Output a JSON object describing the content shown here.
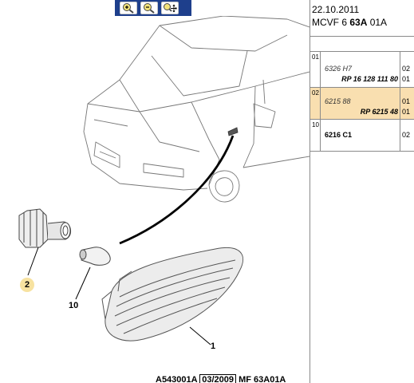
{
  "toolbar": {
    "buttons": [
      {
        "name": "zoom-in-icon"
      },
      {
        "name": "zoom-out-icon"
      },
      {
        "name": "zoom-pan-icon"
      }
    ]
  },
  "callouts": {
    "c2": "2",
    "c10": "10",
    "c1": "1"
  },
  "footer": {
    "code": "A543001A",
    "date": "03/2009",
    "model": "MF 63A01A"
  },
  "header": {
    "date": "22.10.2011",
    "code_pre": "MCVF 6 ",
    "code_bold": "63A",
    "code_post": " 01A"
  },
  "parts": [
    {
      "num": "01",
      "ref": "6326 H7",
      "rp": "RP 16 128 111 80",
      "q1": "02",
      "q2": "01",
      "highlight": false
    },
    {
      "num": "02",
      "ref": "6215 88",
      "rp": "RP 6215 48",
      "q1": "01",
      "q2": "01",
      "highlight": true
    },
    {
      "num": "10",
      "ref": "6216 C1",
      "rp": "",
      "q1": "02",
      "q2": "",
      "highlight": false
    }
  ],
  "colors": {
    "toolbar": "#1e3f8c",
    "highlight": "#f9dfb0",
    "callout_badge": "#f7e2a0"
  }
}
